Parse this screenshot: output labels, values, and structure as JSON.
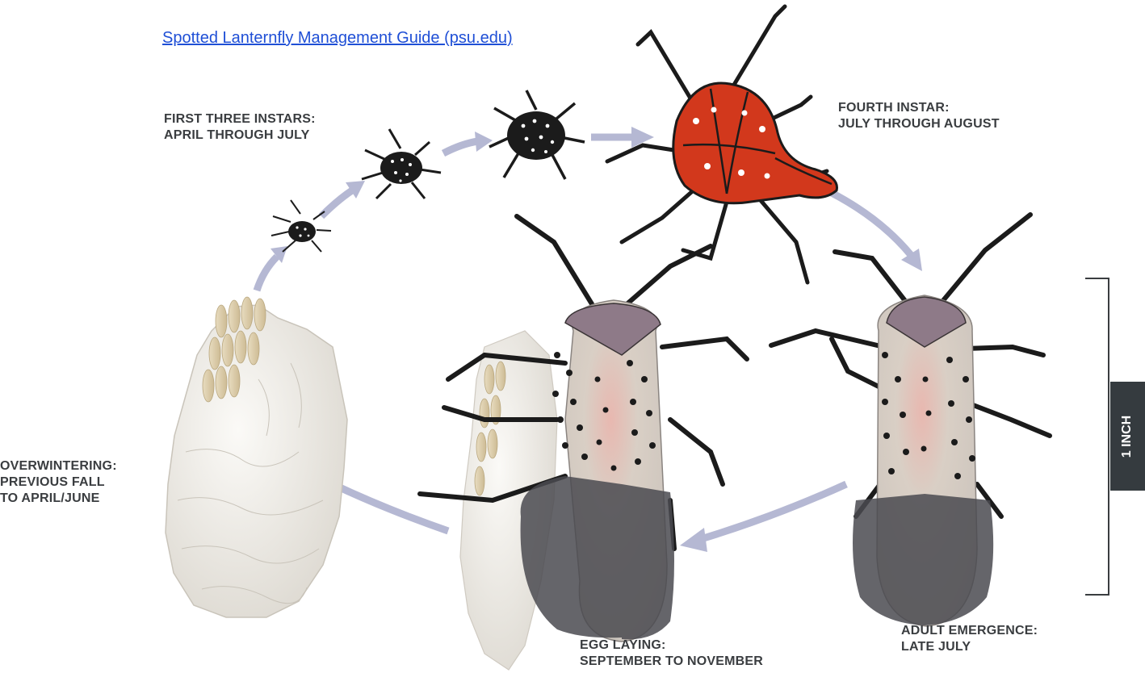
{
  "link": {
    "text": "Spotted Lanternfly Management Guide (psu.edu)"
  },
  "labels": {
    "first_instars": [
      "FIRST THREE INSTARS:",
      "APRIL THROUGH JULY"
    ],
    "fourth_instar": [
      "FOURTH INSTAR:",
      "JULY THROUGH AUGUST"
    ],
    "overwintering": [
      "OVERWINTERING:",
      "PREVIOUS FALL",
      "TO APRIL/JUNE"
    ],
    "egg_laying": [
      "EGG LAYING:",
      "SEPTEMBER TO NOVEMBER"
    ],
    "adult_emergence": [
      "ADULT EMERGENCE:",
      "LATE JULY"
    ]
  },
  "scale": {
    "label": "1 INCH"
  },
  "colors": {
    "arrow": "#b5b8d3",
    "label_text": "#3a3d40",
    "link": "#1f4fd6",
    "scale_tab": "#353b3f",
    "nymph_black": "#1b1b1b",
    "instar_red": "#d2381c",
    "wing_beige": "#d6cdc1",
    "wing_tip": "#4a4a50",
    "egg_mass": "#eeebe4",
    "egg": "#dccfb0"
  }
}
